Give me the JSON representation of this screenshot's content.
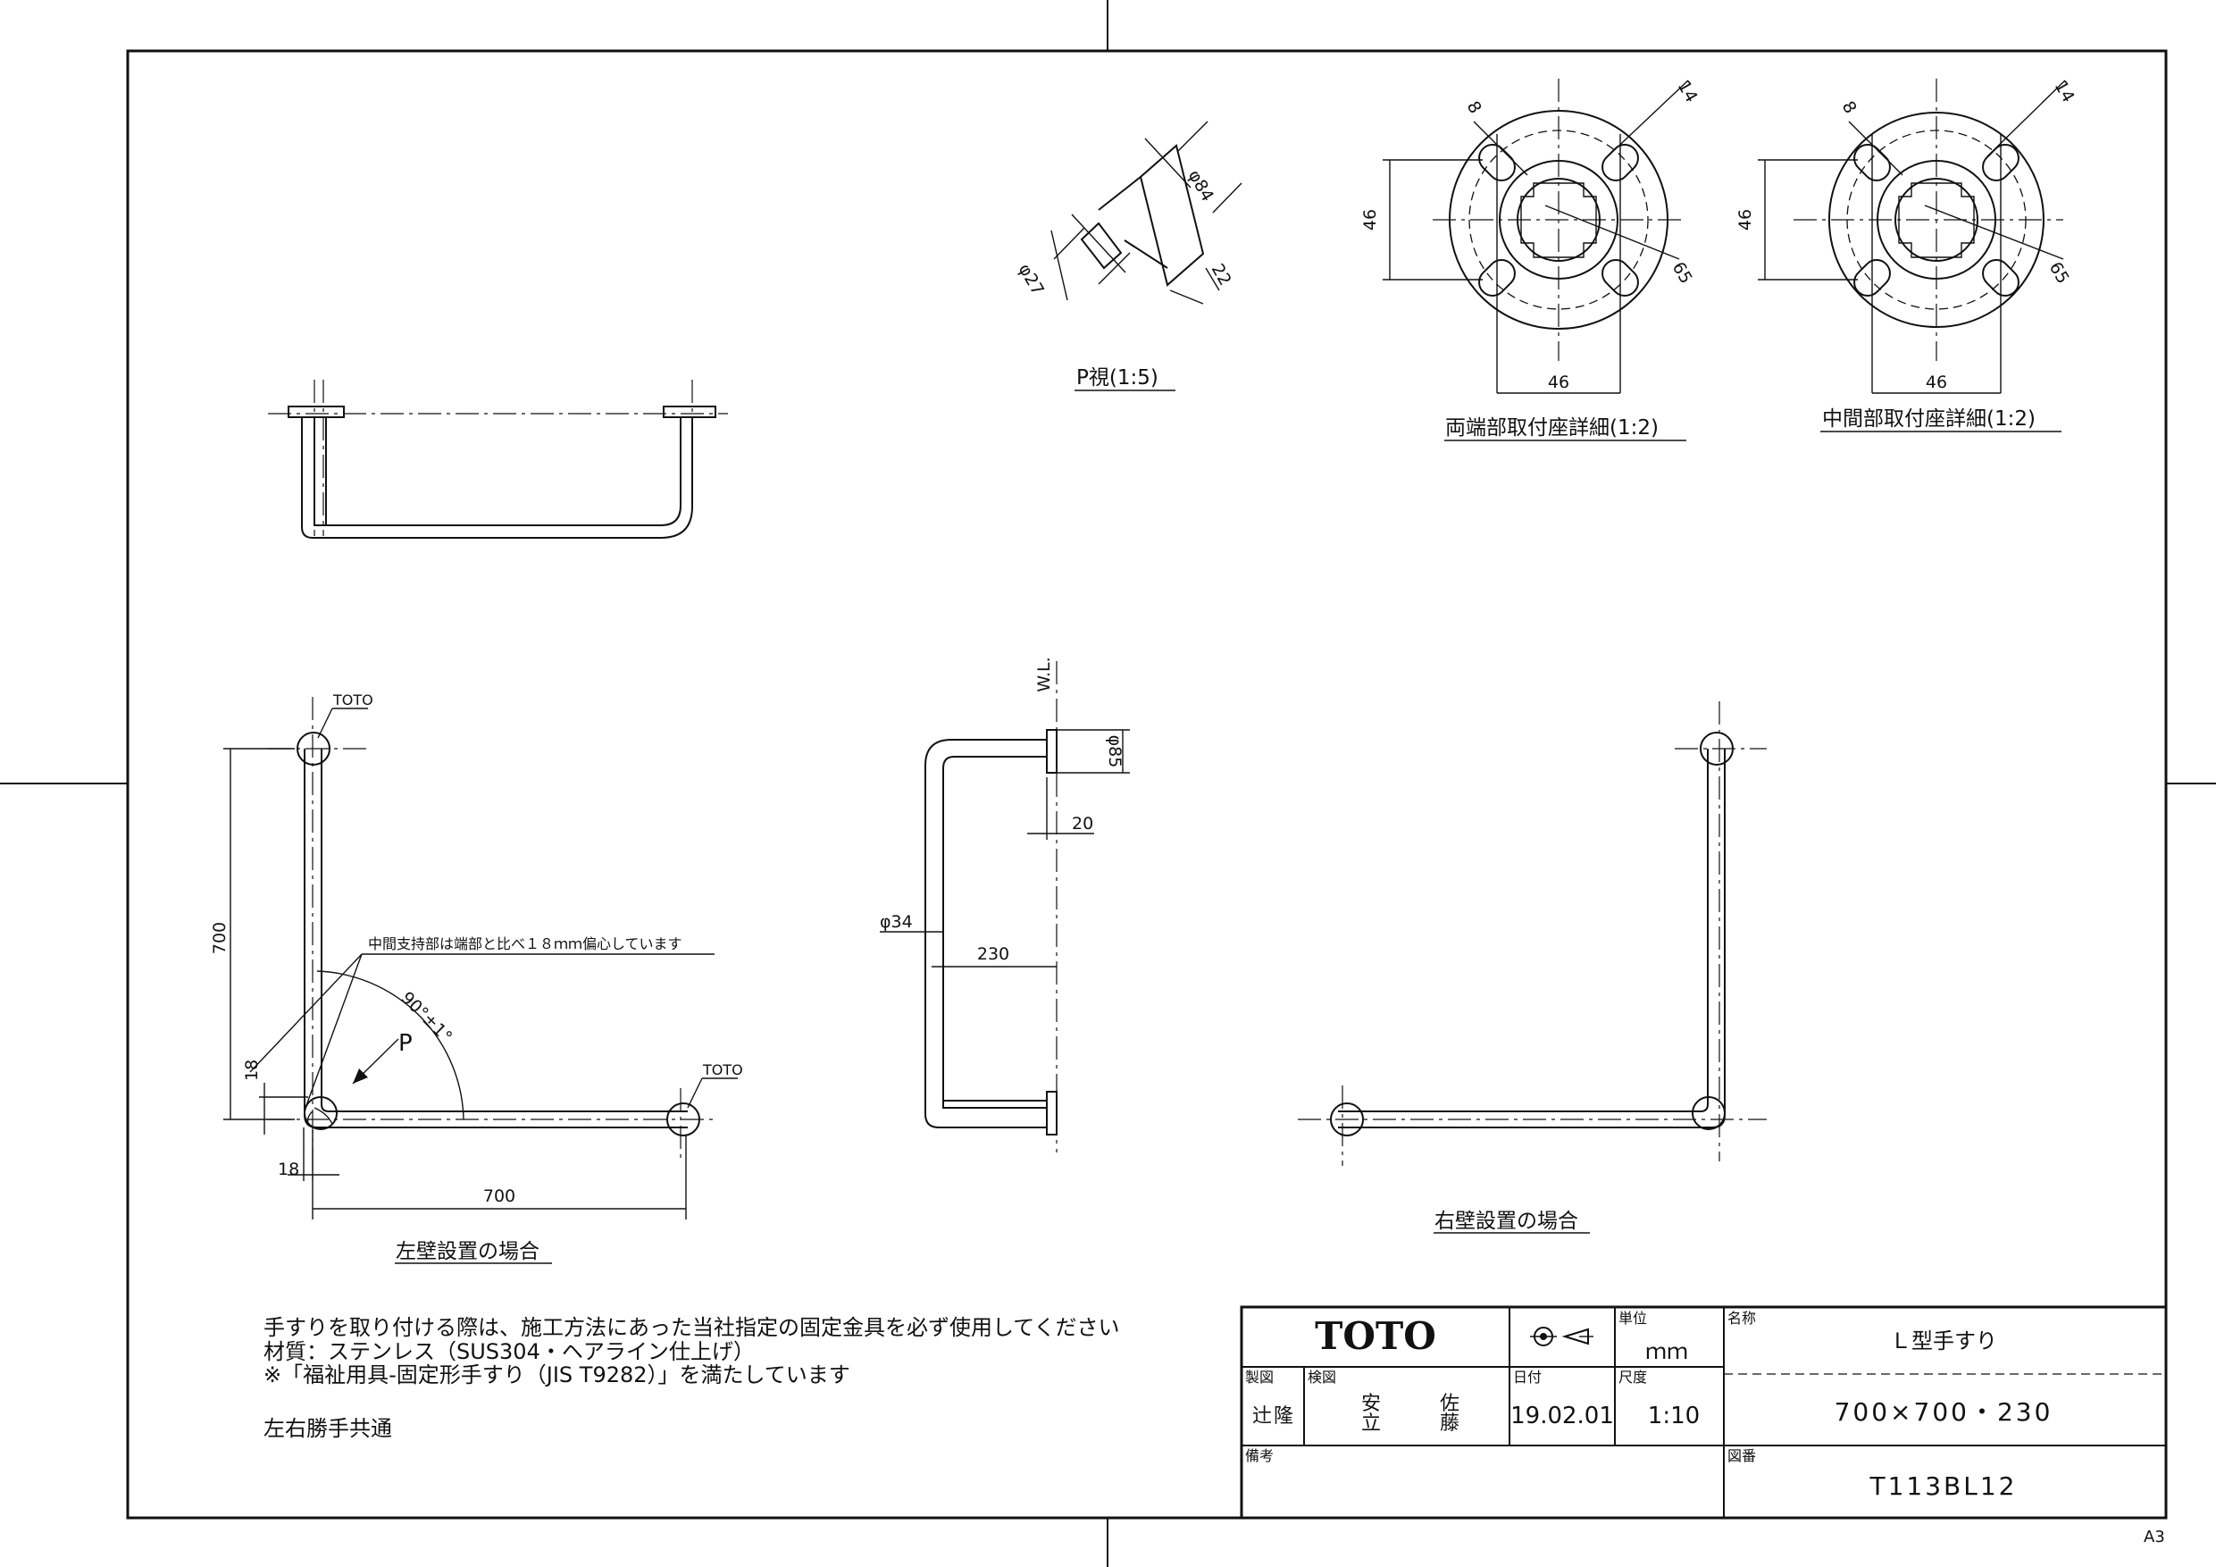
{
  "views": {
    "p_view": "P視(1:5)",
    "end_detail": "両端部取付座詳細(1:2)",
    "mid_detail": "中間部取付座詳細(1:2)",
    "left_wall": "左壁設置の場合",
    "right_wall": "右壁設置の場合"
  },
  "dims": {
    "d84": "φ84",
    "d27": "φ27",
    "d22": "22",
    "d46": "46",
    "d8": "8",
    "d14": "14",
    "d65": "65",
    "d700": "700",
    "d18": "18",
    "angle": "90°±1°",
    "p": "P",
    "toto": "TOTO",
    "offset_note": "中間支持部は端部と比べ１８ｍｍ偏心しています",
    "wl": "W.L.",
    "d85": "φ85",
    "d20": "20",
    "d34": "φ34",
    "d230": "230"
  },
  "notes": [
    "手すりを取り付ける際は、施工方法にあった当社指定の固定金具を必ず使用してください",
    "材質：ステンレス（SUS304・ヘアライン仕上げ）",
    "※「福祉用具-固定形手すり（JIS T9282）」を満たしています",
    "左右勝手共通"
  ],
  "title_block": {
    "logo": "TOTO",
    "unit_label": "単位",
    "unit": "ｍｍ",
    "name_label": "名称",
    "name": "Ｌ型手すり",
    "drawn_label": "製図",
    "drawn_by_1": "辻",
    "drawn_by_2": "隆",
    "check_label": "検図",
    "check_1a": "安",
    "check_1b": "立",
    "check_2a": "佐",
    "check_2b": "藤",
    "date_label": "日付",
    "date": "19.02.01",
    "scale_label": "尺度",
    "scale": "1:10",
    "size": "700×700・230",
    "remarks_label": "備考",
    "number_label": "図番",
    "number": "T113BL12"
  },
  "paper_size": "A3"
}
